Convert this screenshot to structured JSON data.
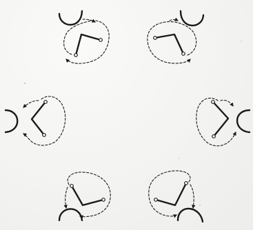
{
  "diagram": {
    "background": "#f4f4f2",
    "ink": "#1a1a1a",
    "figures": [
      {
        "id": "top-left",
        "icon": "cup-and-linkage"
      },
      {
        "id": "top-right",
        "icon": "cup-and-linkage"
      },
      {
        "id": "middle-left",
        "icon": "cup-and-linkage"
      },
      {
        "id": "middle-right",
        "icon": "cup-and-linkage"
      },
      {
        "id": "bottom-left",
        "icon": "cup-and-linkage"
      },
      {
        "id": "bottom-right",
        "icon": "cup-and-linkage"
      }
    ]
  }
}
